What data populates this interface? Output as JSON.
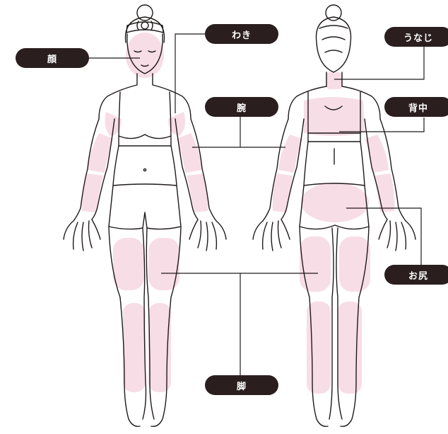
{
  "colors": {
    "label_background": "#2a1e1e",
    "label_text": "#ffffff",
    "highlight_zone": "#f7dde6",
    "outline": "#1f1a1a"
  },
  "figures": [
    "front-view",
    "back-view"
  ],
  "labels": {
    "face": "顔",
    "armpit": "わき",
    "arm": "腕",
    "nape": "うなじ",
    "back": "背中",
    "buttocks": "お尻",
    "legs": "脚"
  }
}
